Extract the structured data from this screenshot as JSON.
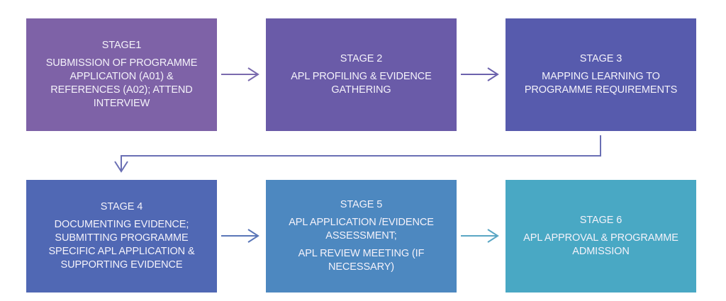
{
  "diagram": {
    "stages": [
      {
        "title": "STAGE1",
        "paragraphs": [
          [
            "SUBMISSION OF PROGRAMME",
            "APPLICATION (A01) &",
            "REFERENCES (A02); ATTEND",
            "INTERVIEW"
          ]
        ],
        "color": "#7e62a7"
      },
      {
        "title": "STAGE 2",
        "paragraphs": [
          [
            "APL PROFILING & EVIDENCE",
            "GATHERING"
          ]
        ],
        "color": "#6a5ba8"
      },
      {
        "title": "STAGE 3",
        "paragraphs": [
          [
            "MAPPING LEARNING TO",
            "PROGRAMME REQUIREMENTS"
          ]
        ],
        "color": "#575bad"
      },
      {
        "title": "STAGE 4",
        "paragraphs": [
          [
            "DOCUMENTING EVIDENCE;",
            "SUBMITTING PROGRAMME",
            "SPECIFIC APL APPLICATION  &",
            "SUPPORTING EVIDENCE"
          ]
        ],
        "color": "#5068b4"
      },
      {
        "title": "STAGE 5",
        "paragraphs": [
          [
            "APL APPLICATION /EVIDENCE",
            "ASSESSMENT;"
          ],
          [
            "APL REVIEW MEETING (IF",
            "NECESSARY)"
          ]
        ],
        "color": "#4d88c0"
      },
      {
        "title": "STAGE 6",
        "paragraphs": [
          [
            "APL APPROVAL & PROGRAMME",
            "ADMISSION"
          ]
        ],
        "color": "#49a8c4"
      }
    ],
    "connections": [
      {
        "from": "STAGE1",
        "to": "STAGE 2",
        "color": "#7a6aae"
      },
      {
        "from": "STAGE 2",
        "to": "STAGE 3",
        "color": "#6c62ad"
      },
      {
        "from": "STAGE 3",
        "to": "STAGE 4",
        "color": "#6a6fb4"
      },
      {
        "from": "STAGE 4",
        "to": "STAGE 5",
        "color": "#5a76b8"
      },
      {
        "from": "STAGE 5",
        "to": "STAGE 6",
        "color": "#5aa6c4"
      }
    ]
  }
}
